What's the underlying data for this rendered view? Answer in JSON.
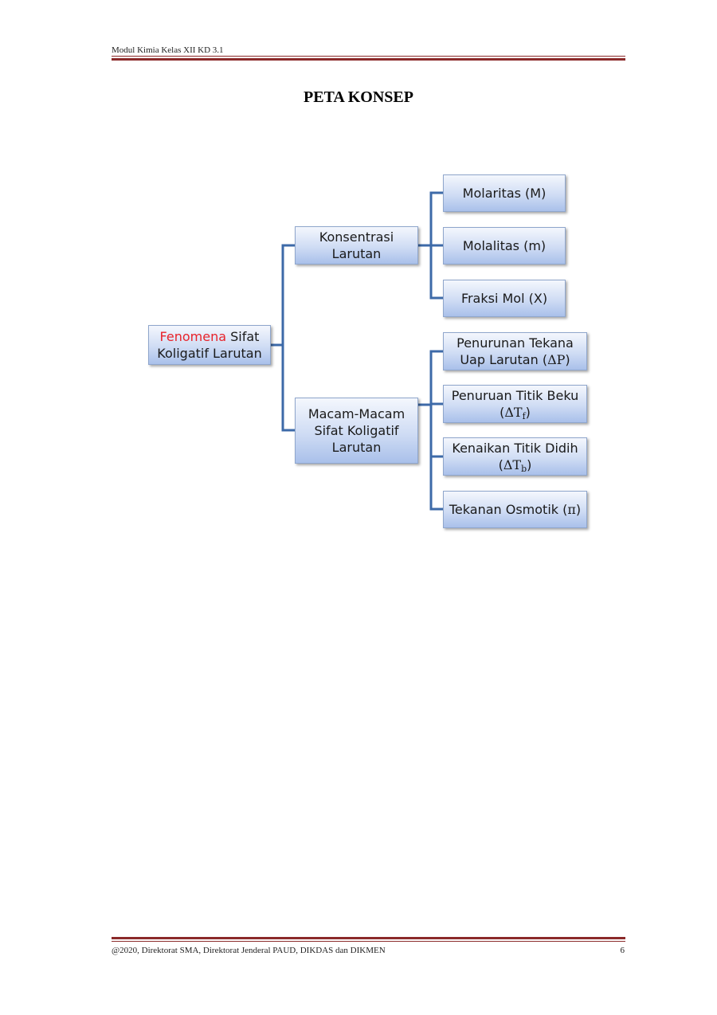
{
  "header": {
    "module_title": "Modul Kimia Kelas XII KD 3.1"
  },
  "title": "PETA KONSEP",
  "colors": {
    "rule": "#8b2a2a",
    "connector": "#3d6aa8",
    "highlight": "#e8232a"
  },
  "diagram": {
    "root": {
      "highlight": "Fenomena",
      "rest_line1": " Sifat",
      "line2": "Koligatif Larutan"
    },
    "konsentrasi": {
      "line1": "Konsentrasi",
      "line2": "Larutan"
    },
    "macam": {
      "line1": "Macam-Macam",
      "line2": "Sifat Koligatif",
      "line3": "Larutan"
    },
    "molaritas": "Molaritas (M)",
    "molalitas": "Molalitas (m)",
    "fraksi_mol": "Fraksi Mol (X)",
    "penurunan_tekanan": {
      "line1": "Penurunan Tekana",
      "line2_text": "Uap Larutan (",
      "symbol": "ΔP",
      "close": ")"
    },
    "penurunan_titik_beku": {
      "line1": "Penuruan Titik Beku",
      "open": "(",
      "symbol": "ΔT",
      "subscript": "f",
      "close": ")"
    },
    "kenaikan_titik_didih": {
      "line1": "Kenaikan Titik Didih",
      "open": "(",
      "symbol": "ΔT",
      "subscript": "b",
      "close": ")"
    },
    "tekanan_osmotik": {
      "text": "Tekanan Osmotik (",
      "symbol": "π",
      "close": ")"
    }
  },
  "footer": {
    "copyright": "@2020, Direktorat SMA, Direktorat Jenderal PAUD, DIKDAS dan DIKMEN",
    "page_number": "6"
  }
}
